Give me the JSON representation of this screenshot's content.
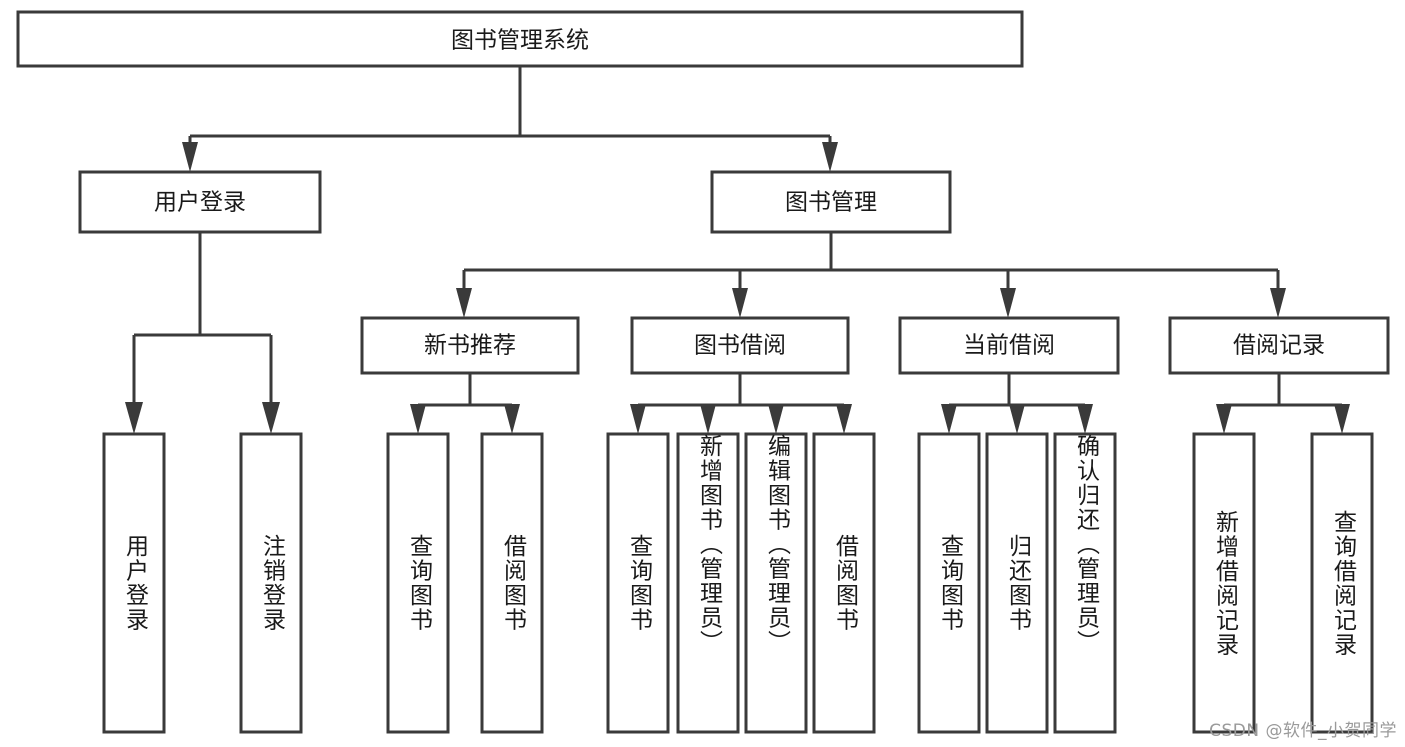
{
  "diagram": {
    "title": "图书管理系统",
    "type": "tree-hierarchy",
    "watermark": "CSDN @软件_小贺同学",
    "colors": {
      "stroke": "#3a3a3a",
      "fill": "#ffffff",
      "text": "#1a1a1a",
      "watermark": "#9a9a9a"
    },
    "root": {
      "label": "图书管理系统"
    },
    "level2": [
      {
        "label": "用户登录"
      },
      {
        "label": "图书管理"
      }
    ],
    "level3": [
      {
        "label": "新书推荐"
      },
      {
        "label": "图书借阅"
      },
      {
        "label": "当前借阅"
      },
      {
        "label": "借阅记录"
      }
    ],
    "leaves": {
      "user_login": [
        {
          "label": "用户登录"
        },
        {
          "label": "注销登录"
        }
      ],
      "new_book_recommend": [
        {
          "label": "查询图书"
        },
        {
          "label": "借阅图书"
        }
      ],
      "book_borrow": [
        {
          "label": "查询图书"
        },
        {
          "label": "新增图书（管理员）"
        },
        {
          "label": "编辑图书（管理员）"
        },
        {
          "label": "借阅图书"
        }
      ],
      "current_borrow": [
        {
          "label": "查询图书"
        },
        {
          "label": "归还图书"
        },
        {
          "label": "确认归还（管理员）"
        }
      ],
      "borrow_record": [
        {
          "label": "新增借阅记录"
        },
        {
          "label": "查询借阅记录"
        }
      ]
    }
  }
}
